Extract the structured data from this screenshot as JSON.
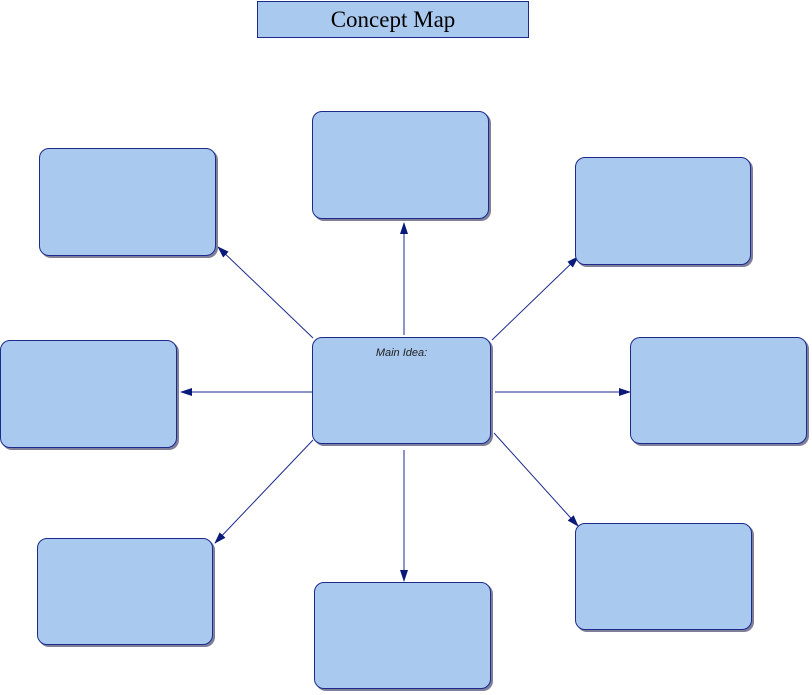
{
  "title": "Concept Map",
  "main_node": {
    "label": "Main Idea:"
  },
  "colors": {
    "node_fill": "#a9c9ef",
    "node_border": "#1c2a8c",
    "connector": "#1c2a8c",
    "arrowhead": "#0a1a78",
    "title_fill": "#a9c9ef"
  },
  "satellite_nodes": [
    {
      "id": "top",
      "label": ""
    },
    {
      "id": "top-left",
      "label": ""
    },
    {
      "id": "top-right",
      "label": ""
    },
    {
      "id": "left",
      "label": ""
    },
    {
      "id": "right",
      "label": ""
    },
    {
      "id": "bottom-left",
      "label": ""
    },
    {
      "id": "bottom",
      "label": ""
    },
    {
      "id": "bottom-right",
      "label": ""
    }
  ]
}
